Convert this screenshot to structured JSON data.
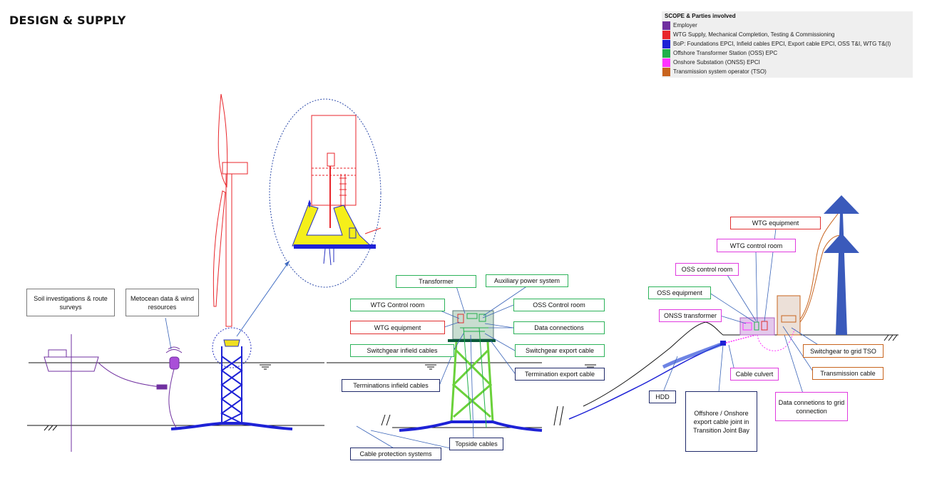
{
  "title": "DESIGN & SUPPLY",
  "legend": {
    "title": "SCOPE & Parties involved",
    "items": [
      {
        "label": "Employer",
        "color": "#7030a0"
      },
      {
        "label": "WTG Supply, Mechanical Completion, Testing & Commissioning",
        "color": "#e8262b"
      },
      {
        "label": "BoP: Foundations EPCI, Infield cables EPCI, Export cable EPCI, OSS T&I, WTG T&(I)",
        "color": "#1e22d6"
      },
      {
        "label": "Offshore Transformer Station (OSS) EPC",
        "color": "#22b04b"
      },
      {
        "label": "Onshore Substation (ONSS) EPCI",
        "color": "#ff33ff"
      },
      {
        "label": "Transmission system operator (TSO)",
        "color": "#c8641e"
      }
    ]
  },
  "labels": {
    "soil": "Soil investigations & route surveys",
    "metocean": "Metocean data & wind resources",
    "transformer": "Transformer",
    "auxiliary": "Auxiliary power system",
    "wtg_control_room_oss": "WTG Control room",
    "oss_control_room_oss": "OSS Control room",
    "wtg_equipment_oss": "WTG equipment",
    "data_connections": "Data connections",
    "switchgear_infield": "Switchgear infield cables",
    "switchgear_export": "Switchgear export cable",
    "termination_export": "Termination export cable",
    "terminations_infield": "Terminations infield cables",
    "cable_protection": "Cable protection systems",
    "topside_cables": "Topside cables",
    "wtg_equipment_on": "WTG equipment",
    "wtg_control_room_on": "WTG control room",
    "oss_control_room_on": "OSS control room",
    "oss_equipment": "OSS equipment",
    "onss_transformer": "ONSS transformer",
    "switchgear_tso": "Switchgear to grid TSO",
    "transmission_cable": "Transmission cable",
    "cable_culvert": "Cable culvert",
    "hdd": "HDD",
    "data_grid": "Data connetions to grid connection",
    "joint_bay": "Offshore / Onshore export cable joint in Transition Joint Bay"
  }
}
